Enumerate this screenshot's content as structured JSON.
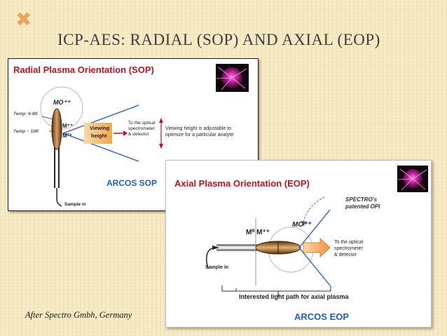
{
  "slide": {
    "corner_mark": "✖",
    "title": "ICP-AES: RADIAL (SOP) AND AXIAL (EOP)",
    "credit": "After Spectro Gmbh, Germany"
  },
  "sop": {
    "heading": "Radial Plasma Orientation (SOP)",
    "mo": "MO⁺⁺",
    "m_plus": "M⁺⁺",
    "m_zero": "M°⁺",
    "temp_high": "Temp: 6-8K",
    "temp_low": "Temp ~ 10K",
    "viewing_line1": "Viewing",
    "viewing_line2": "height",
    "optical_line1": "To the optical",
    "optical_line2": "spectrometer",
    "optical_line3": "& detector",
    "adjust_line1": "Viewing height is adjustable to",
    "adjust_line2": "optimize for a particular analyte",
    "arcos": "ARCOS SOP",
    "sample_in": "Sample in"
  },
  "eop": {
    "heading": "Axial Plasma Orientation (EOP)",
    "opi_line1": "SPECTRO's",
    "opi_line2": "patented OPI",
    "mo": "MO⁺⁺",
    "m_labels": "M⁰ M⁺⁺",
    "optical_line1": "To the optical",
    "optical_line2": "spectrometer",
    "optical_line3": "& detector",
    "sample_in": "Sample in",
    "light_path": "Interested light path for axial plasma",
    "arcos": "ARCOS EOP"
  },
  "colors": {
    "heading_red": "#c0111e",
    "arcos_blue": "#1f5fbf",
    "plasma_brown": "#7a4a1e",
    "viewing_arrow": "#f2b96b",
    "cone_blue": "#3f6fc8"
  }
}
